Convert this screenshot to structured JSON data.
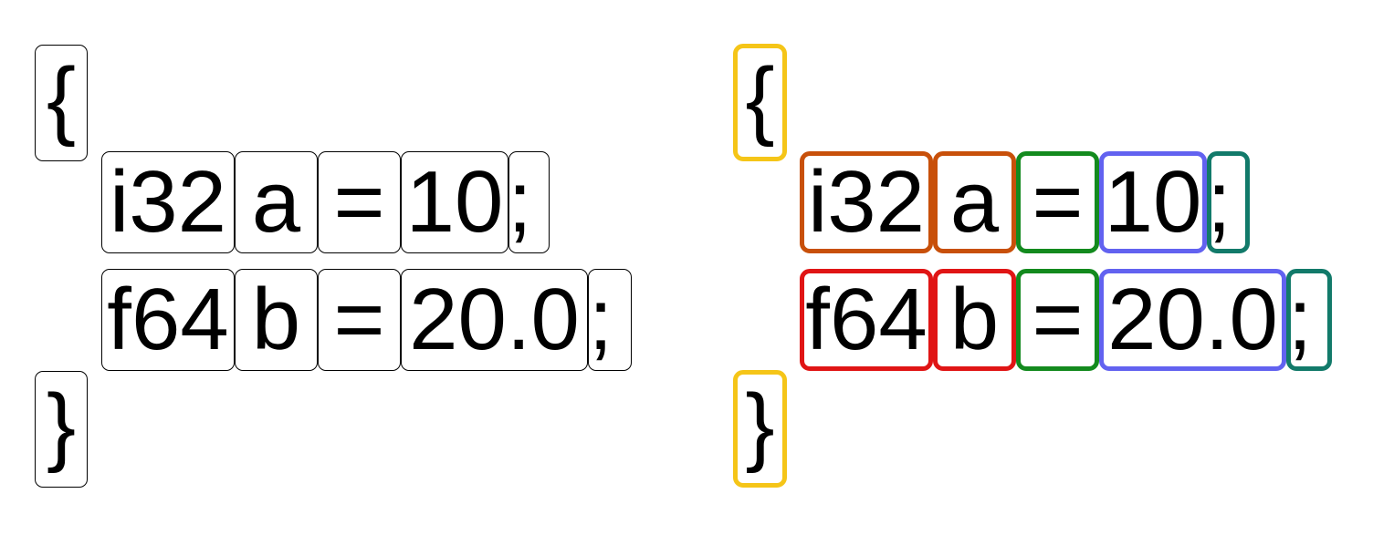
{
  "program": {
    "open_brace": "{",
    "close_brace": "}",
    "line1": {
      "type": "i32",
      "name": "a",
      "op": "=",
      "value": "10",
      "end": ";"
    },
    "line2": {
      "type": "f64",
      "name": "b",
      "op": "=",
      "value": "20.0",
      "end": ";"
    }
  },
  "colors": {
    "plain_border": "#000000",
    "brace": "#F5C518",
    "type_i32": "#C8500A",
    "name_a": "#C8500A",
    "type_f64": "#E01515",
    "name_b": "#E01515",
    "operator": "#138A1E",
    "value": "#6262F0",
    "semicolon": "#127A6A"
  }
}
